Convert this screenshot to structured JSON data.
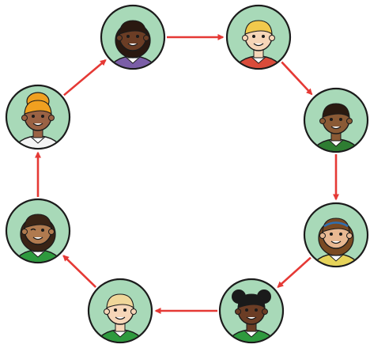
{
  "diagram": {
    "type": "cycle",
    "direction": "clockwise",
    "colors": {
      "node_fill": "#a8d9b8",
      "node_stroke": "#1b1b1b",
      "arrow": "#e53935"
    },
    "nodes": [
      {
        "id": "child-1",
        "icon": "girl-avatar-curly-pigtails-icon",
        "skin": "#6b3d25",
        "hair": "#2a1810",
        "shirt": "#7b5ea7",
        "collar": "#ffffff"
      },
      {
        "id": "child-2",
        "icon": "boy-avatar-blond-icon",
        "skin": "#f6d6b8",
        "hair": "#f2c94c",
        "shirt": "#d94b3a",
        "collar": "#ffffff"
      },
      {
        "id": "child-3",
        "icon": "boy-avatar-curly-dark-hair-icon",
        "skin": "#8a5a35",
        "hair": "#2a1a10",
        "shirt": "#2e7d32",
        "collar": "#ffffff"
      },
      {
        "id": "child-4",
        "icon": "girl-avatar-headband-icon",
        "skin": "#e8b892",
        "hair": "#7a4a22",
        "shirt": "#e6d35a",
        "collar": "#ffffff"
      },
      {
        "id": "child-5",
        "icon": "girl-avatar-afro-puffs-icon",
        "skin": "#6b3d25",
        "hair": "#1a1a1a",
        "shirt": "#2e9a3e",
        "collar": "#ffffff"
      },
      {
        "id": "child-6",
        "icon": "boy-avatar-light-hair-icon",
        "skin": "#f6d6b8",
        "hair": "#f0d79a",
        "shirt": "#2e9a3e",
        "collar": "#ffffff"
      },
      {
        "id": "child-7",
        "icon": "girl-avatar-winking-icon",
        "skin": "#b07a4f",
        "hair": "#3a2416",
        "shirt": "#2e9a3e",
        "collar": "#ffffff"
      },
      {
        "id": "child-8",
        "icon": "child-avatar-orange-headwrap-icon",
        "skin": "#9a6244",
        "hair": "#f0a020",
        "shirt": "#f4f4f4",
        "collar": "#ffffff"
      }
    ],
    "edges": [
      {
        "from": "child-1",
        "to": "child-2"
      },
      {
        "from": "child-2",
        "to": "child-3"
      },
      {
        "from": "child-3",
        "to": "child-4"
      },
      {
        "from": "child-4",
        "to": "child-5"
      },
      {
        "from": "child-5",
        "to": "child-6"
      },
      {
        "from": "child-6",
        "to": "child-7"
      },
      {
        "from": "child-7",
        "to": "child-8"
      },
      {
        "from": "child-8",
        "to": "child-1"
      }
    ]
  }
}
